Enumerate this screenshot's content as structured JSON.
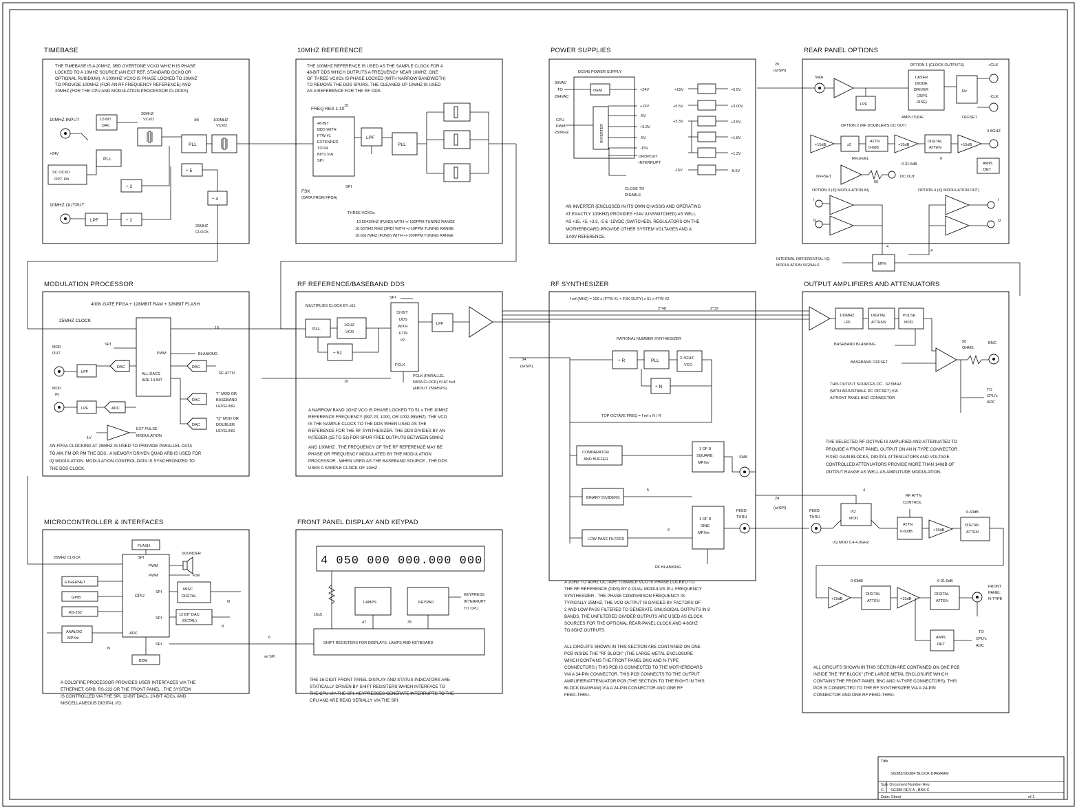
{
  "sections": {
    "timebase": {
      "title": "TIMEBASE",
      "desc": [
        "THE TIMEBASE IS A 20MHZ, 3RD OVERTONE VCXO WHICH IS PHASE",
        "LOCKED TO A 10MHZ SOURCE (AN EXT REF, STANDARD OCXO OR",
        "OPTIONAL RUBIDIUM). A 100MHZ VCXO IS PHASE LOCKED TO 20MHZ",
        "TO PROVIDE 100MHZ (FOR AN RF FREQUENCY REFERENCE) AND",
        "20MHZ (FOR THE CPU AND MODULATION PROCESSOR CLOCKS)."
      ],
      "labels": {
        "input": "10MHZ INPUT",
        "output": "10MHZ OUTPUT",
        "dac1": "12-BIT",
        "dac2": "DAC",
        "vcxo20a": "20MHZ",
        "vcxo20b": "VCXO",
        "x5": "x5",
        "vcxo100a": "100MHZ",
        "vcxo100b": "VCXO",
        "pll": "PLL",
        "pll2": "PLL",
        "v24": "+24V",
        "ocxo1": "SC OCXO",
        "ocxo2": "OPT. Rb",
        "div2a": "÷ 2",
        "div2b": "÷ 2",
        "div5": "÷ 5",
        "div4": "÷ 4",
        "lpf": "LPF",
        "clk1": "25MHZ",
        "clk2": "CLOCK"
      }
    },
    "ref10": {
      "title": "10MHZ REFERENCE",
      "desc": [
        "THE 100MHZ REFERENCE IS USED AS THE SAMPLE CLOCK FOR A",
        "48-BIT DDS WHICH OUTPUTS A FREQUENCY NEAR 10MHZ. ONE",
        "OF THREE VCXOs IS PHASE LOCKED (WITH NARROW BANDWIDTH)",
        "TO REMOVE THE DDS SPURS. THE CLEANED-UP 10MHZ IS USED",
        "AS A REFERENCE FOR THE RF DDS."
      ],
      "freqres": "FREQ RES 1:10",
      "freqexp": "15",
      "dds": [
        "48-BIT",
        "DDS WITH",
        "FTW #1",
        "EXTENDED",
        "TO 64",
        "BITS VIA",
        "SPI"
      ],
      "lpf": "LPF",
      "pll": "PLL",
      "fsk1": "FSK",
      "fsk2": "(DATA FROM FPGA)",
      "spi": "SPI",
      "vcxo_head": "THREE VCXOs:",
      "vcxo_lines": [
        "10.5541MHZ (FUND) WITH +/-100PPM TUNING RANGE",
        "10.567842 MHZ (3RD) WITH +/-10PPM TUNING RANGE",
        "10.6617MHZ (FUND) WITH +/-100PPM TUNING RANGE"
      ]
    },
    "power": {
      "title": "POWER SUPPLIES",
      "psu": "DC645 POWER SUPPLY",
      "in1": "90VAC",
      "in2": "TO",
      "in3": "264VAC",
      "oem": "OEM",
      "cpu1": "CPU",
      "cpu2": "PWM",
      "cpu3": "250KHZ",
      "inverter": "INVERTER",
      "rails_left": [
        "+24V",
        "+15V",
        "-5V",
        "+3.3V",
        "-5V",
        "-15V"
      ],
      "dropout1": "DROPOUT",
      "dropout2": "INTERRUPT",
      "close1": "CLOSE TO",
      "close2": "DISABLE",
      "reg_in": [
        "+15V",
        "+5.5V",
        "+3.3V",
        "",
        "",
        "-15V"
      ],
      "reg_out": [
        "+5.5V",
        "+3.00V",
        "+2.5V",
        "+1.8V",
        "+1.2V",
        "-8.5V"
      ],
      "desc": [
        "AN INVERTER (ENCLOSED IN ITS OWN CHASSIS AND OPERATING",
        "AT EXACTLY 100KHZ) PROVIDES +24V (UNSWITCHED) AS WELL",
        "AS +15, +5, +3.3, -5 & -15VDC (SWITCHED). REGULATORS ON THE",
        "MOTHERBOARD PROVIDE OTHER SYSTEM VOLTAGES AND A",
        "3.00V REFERENCE."
      ]
    },
    "rear": {
      "title": "REAR PANEL OPTIONS",
      "bus": "20",
      "bus2": "(w/SPI)",
      "sma": "SMA",
      "opt1": "OPTION 1 (CLOCK OUTPUTS)",
      "clkp": "+CLK",
      "clkn": "-CLK",
      "laser": [
        "LASER",
        "DIODE",
        "DRIVER",
        "(25PS",
        "RISE)"
      ],
      "rv": "Rv",
      "amp": "AMPLITUDE",
      "offset": "OFFSET",
      "lpf": "LPF",
      "opt2": "OPTION 2 (RF DOUBLER'S DC OUT)",
      "g15": "+15dB",
      "x2": "x2",
      "attn": [
        "ATTN",
        "0-6dB"
      ],
      "g15b": "+15dB",
      "digatt": [
        "DIGITAL",
        "ATTEN"
      ],
      "g15c": "+15dB",
      "ghz": "4-8GHZ",
      "rflevel": "RFLEVEL",
      "db315": "0-31.5dB",
      "six": "6",
      "ampldet": [
        "AMPL",
        "DET"
      ],
      "offs": "OFFSET",
      "fifty": "50",
      "dcout": "DC OUT",
      "opt3": "OPTION 3 (IQ MODULATION IN)",
      "opt4": "OPTION 4 (IQ MODULATION OUT)",
      "i": "I",
      "q": "Q",
      "i2": "I",
      "q2": "Q",
      "internal": "INTERNAL DIFFERENTIAL I/Q",
      "internal2": "MODULATION SIGNALS",
      "mpx": "MPX",
      "four": "4",
      "four2": "4"
    },
    "modproc": {
      "title": "MODULATION PROCESSOR",
      "head": "400K GATE FPGA + 128MBIT RAM + 32MBIT FLASH",
      "clk": "25MHZ CLOCK",
      "spi": "SPI",
      "pwm": "PWM",
      "alldacs": [
        "ALL DACS",
        "ARE 14-BIT"
      ],
      "blanking": "BLANKING",
      "dac": "DAC",
      "rfatin": "RF ATTN",
      "iqbase": [
        "\"I\" MOD OR",
        "BASEBAND",
        "LEVELING"
      ],
      "qdbl": [
        "\"Q\" MOD OR",
        "DOUBLER",
        "LEVELING"
      ],
      "modout": [
        "MOD",
        "OUT"
      ],
      "modin": [
        "MOD",
        "IN"
      ],
      "lpf": "LPF",
      "lpf2": "LPF",
      "adc": "ADC",
      "onev": "1V",
      "ext": [
        "EXT PULSE",
        "MODULATION"
      ],
      "sixteen": "16",
      "desc": [
        "AN FPGA CLOCKING AT 25MHZ IS USED TO PROVIDE PARALLEL DATA",
        "TO AM, FM OR PM THE DDS . A MEMORY DRIVEN QUAD ARB IS USED FOR",
        "IQ MODULATION. MODULATION CONTROL DATA IS SYNCHRONIZED TO",
        "THE DDS CLOCK."
      ]
    },
    "rfref": {
      "title": "RF REFERENCE/BASEBAND DDS",
      "mult": "MULTIPLIES CLOCK BY x51",
      "pll": "PLL",
      "vco": [
        "1GHZ",
        "VCO"
      ],
      "div51": "÷ 51",
      "spi": "SPI",
      "dds": [
        "32-BIT",
        "DDS",
        "WITH",
        "FTW",
        "#2"
      ],
      "pclk": "PCLK",
      "lpf": "LPF",
      "sixteen": "16",
      "pclk2": [
        "PCLK (PARALLEL",
        "DATA CLOCK) IS AT fs/4",
        "(ABOUT 250MSPS)"
      ],
      "desc": [
        "A NARROW BAND 1GHZ VCO IS PHASE LOCKED TO 51 x THE 10MHZ",
        "REFERENCE FREQUENCY (997.20, 1000, OR 1002.99MHZ). THE VCO",
        "IS THE SAMPLE CLOCK TO THE DDS WHEN USED AS THE",
        "REFERENCE FOR THE RF SYNTHESIZER. THE DDS DIVIDES BY AN",
        "INTEGER (15 TO 53) FOR SPUR FREE OUTPUTS BETWEEN 50MHZ",
        "AND 100MHZ . THE FREQUENCY OF THE RF REFERENCE MAY BE",
        "PHASE OR FREQUENCY MODULATED BY THE MODULATION",
        "PROCESSOR . WHEN USED AS THE BASEBAND SOURCE , THE DDS",
        "USES A SAMPLE CLOCK OF 1GHZ ."
      ]
    },
    "rfsynth": {
      "title": "RF SYNTHESIZER",
      "eq": "f ref (MHZ) = 100 x (FTW #1 + FSK DUTY) x 51 x FTW #2",
      "eqd1": "2^48",
      "eqd2": "2^32",
      "bus": "34",
      "bus2": "(w/SPI)",
      "rat": "RATIONAL NUMBER SYNTHESIZER",
      "divr": "÷ R",
      "pll": "PLL",
      "vco": [
        "2-4GHZ",
        "VCO"
      ],
      "divn": "÷ N",
      "top": "TOP OCTAVE FREQ = f ref x N / R",
      "comp": [
        "COMPARATOR",
        "AND BUFFER"
      ],
      "square": [
        "1 OF 8",
        "SQUARE",
        "MPXer"
      ],
      "binary": "BINARY DIVIDERS",
      "five": "5",
      "sine": [
        "1 OF 8",
        "SINE",
        "MPXer"
      ],
      "lowpass": "LOW-PASS FILTERS",
      "six": "6",
      "rfblank": "RF BLANKING",
      "sma": "SMA",
      "feed": [
        "FEED",
        "THRU"
      ],
      "desc": [
        "A 2GHZ TO 4GHZ OCTAVE TUNABLE VCO IS PHASE LOCKED TO",
        "THE RF REFERENCE (DDS) BY A DUAL MODULUS PLL FREQUENCY",
        "SYNTHESIZER . THE PHASE COMPARISON FREQUENCY IS",
        "TYPICALLY 25MHZ. THE VCO OUTPUT IS DIVIDED BY FACTORS OF",
        "2 AND LOW-PASS FILTERED TO GENERATE SINUSOIDAL OUTPUTS IN 8",
        "BANDS. THE UNFILTERED DIVIDER OUTPUTS ARE USED AS CLOCK",
        "SOURCES FOR THE OPTIONAL REAR-PANEL CLOCK AND 4-8GHZ",
        "TO 8GHZ OUTPUTS."
      ],
      "desc2": [
        "ALL CIRCUITS SHOWN IN THIS SECTION ARE CONTAINED ON ONE",
        "PCB INSIDE THE \"RF BLOCK\" (THE LARGE METAL ENCLOSURE",
        "WHICH CONTAINS THE FRONT PANEL BNC AND N-TYPE",
        "CONNECTORS.) THIS PCB IS CONNECTED TO THE MOTHERBOARD",
        "VIA A 34-PIN CONNECTOR. THIS PCB CONNECTS TO THE OUTPUT",
        "AMPLIFIER/ATTENUATOR PCB (THE SECTION TO THE RIGHT IN THIS",
        "BLOCK DIAGRAM) VIA A 24-PIN CONNECTOR AND ONE RF",
        "FEED-THRU."
      ]
    },
    "outamp": {
      "title": "OUTPUT AMPLIFIERS AND ATTENUATORS",
      "lpf": [
        "100MHZ",
        "LPF"
      ],
      "digatt": [
        "DIGITAL",
        "ATTENS"
      ],
      "pulse": [
        "PULSE",
        "MOD"
      ],
      "bbblank": "BASEBAND BLANKING",
      "bboffset": "BASEBAND OFFSET",
      "ohms": [
        "50",
        "OHMS"
      ],
      "bnc": "BNC",
      "tocpu": [
        "TO",
        "CPU's",
        "ADC"
      ],
      "bbdesc": [
        "THIS OUTPUT SOURCES DC - 62.5MHZ",
        "(WITH ADJUSTABLE DC OFFSET) VIA",
        "A FRONT PANEL BNC CONNECTOR"
      ],
      "desc": [
        "THE SELECTED RF OCTAVE IS AMPLIFIED AND ATTENUATED TO",
        "PROVIDE A FRONT PANEL OUTPUT ON AN N-TYPE CONNECTOR .",
        "FIXED GAIN BLOCKS, DIGITAL ATTENUATORS AND VOLTAGE",
        "CONTROLLED ATTENUATORS PROVIDE MORE THAN 140dB OF",
        "OUTPUT RANGE AS WELL AS AMPLITUDE MODULATION."
      ],
      "bus": "24",
      "bus2": "(w/SPI)",
      "four": "4",
      "feed": [
        "FEED",
        "THRU"
      ],
      "iq": [
        "I/Q",
        "MOD"
      ],
      "iqmod": "I/Q MOD 0.4-4.0GHZ",
      "rfatc": [
        "RF ATTN",
        "CONTROL"
      ],
      "attn": [
        "ATTN",
        "0-60dB"
      ],
      "g15": "+15dB",
      "db63": "0-63dB",
      "digatt2": [
        "DIGITAL",
        "ATTEN"
      ],
      "db63b": "0-63dB",
      "db315": "0-31.5dB",
      "g15b": "+15dB",
      "digatt3": [
        "DIGITAL",
        "ATTEN"
      ],
      "g15c": "+15dB",
      "digatt4": [
        "DIGITAL",
        "ATTEN"
      ],
      "front": [
        "FRONT",
        "PANEL",
        "N-TYPE"
      ],
      "ampl": [
        "AMPL",
        "DET"
      ],
      "tocpu2": [
        "TO",
        "CPU's",
        "ADC"
      ],
      "desc2": [
        "ALL CIRCUITS SHOWN IN THIS SECTION ARE CONTAINED ON ONE PCB",
        "INSIDE THE \"RF BLOCK\" (THE LARGE METAL ENCLOSURE WHICH",
        "CONTAINS THE FRONT PANEL BNC AND N-TYPE CONNECTORS). THIS",
        "PCB IS CONNECTED TO THE RF SYNTHESIZER VIA A 24-PIN",
        "CONNECTOR AND ONE RF FEED-THRU."
      ]
    },
    "micro": {
      "title": "MICROCONTROLLER & INTERFACES",
      "flash": "FLASH",
      "clk": "25MHZ CLOCK",
      "spi": "SPI",
      "pwm": "PWM",
      "pwm2": "PWM",
      "sounder": "SOUNDER",
      "fsk": "FSK",
      "ethernet": "ETHERNET",
      "gpib": "GPIB",
      "rs232": "RS-232",
      "cpu": "CPU",
      "spi2": "SPI",
      "misc": [
        "MISC",
        "DIGITAL"
      ],
      "n": "N",
      "dac": [
        "12 BIT DAC",
        "(OCTAL)"
      ],
      "spi3": "SPI",
      "eight": "8",
      "analog": [
        "ANALOG",
        "MPXer"
      ],
      "adc": "ADC",
      "n2": "N",
      "spi4": "SPI",
      "bdm": "BDM",
      "bus": "6",
      "bus2": "w/ SPI",
      "desc": [
        "A COLDFIRE PROCESSOR PROVIDES USER INTERFACES VIA THE",
        "ETHERNET, GPIB, RS-232 OR THE FRONT PANEL . THE SYSTEM",
        "IS CONTROLLED VIA THE SPI, 12-BIT DACs, 10-BIT ADCs, AND",
        "MISCELLANEOUS DIGITAL I/O."
      ]
    },
    "front": {
      "title": "FRONT PANEL DISPLAY AND KEYPAD",
      "display": "4 050 000 000.000 000",
      "lamps": "LAMPS",
      "keypad": "KEYPAD",
      "keypress": [
        "KEYPRESS",
        "INTERRUPT",
        "TO CPU"
      ],
      "scan": "16x5",
      "n47": "47",
      "n35": "35",
      "shift": "SHIFT REGISTERS FOR DISPLAYS, LAMPS AND KEYBOARD",
      "desc": [
        "THE 16-DIGIT FRONT PANEL DISPLAY AND STATUS INDICATORS ARE",
        "STATICALLY DRIVEN BY SHIFT REGISTERS WHICH INTERFACE TO",
        "THE CPU VIA THE SPI. KEYPRESSES GENERATE INTERRUPTS TO THE",
        "CPU AND ARE READ SERIALLY VIA THE SPI."
      ]
    }
  },
  "titleblock": {
    "title_label": "Title",
    "title": "SG382/SG384 BLOCK DIAGRAM",
    "size_label": "Size Document Number Rev",
    "size": "C",
    "doc": "SG380 REV A , BSK C",
    "date_label": "Date: Sheet",
    "sheet": "of 1"
  }
}
